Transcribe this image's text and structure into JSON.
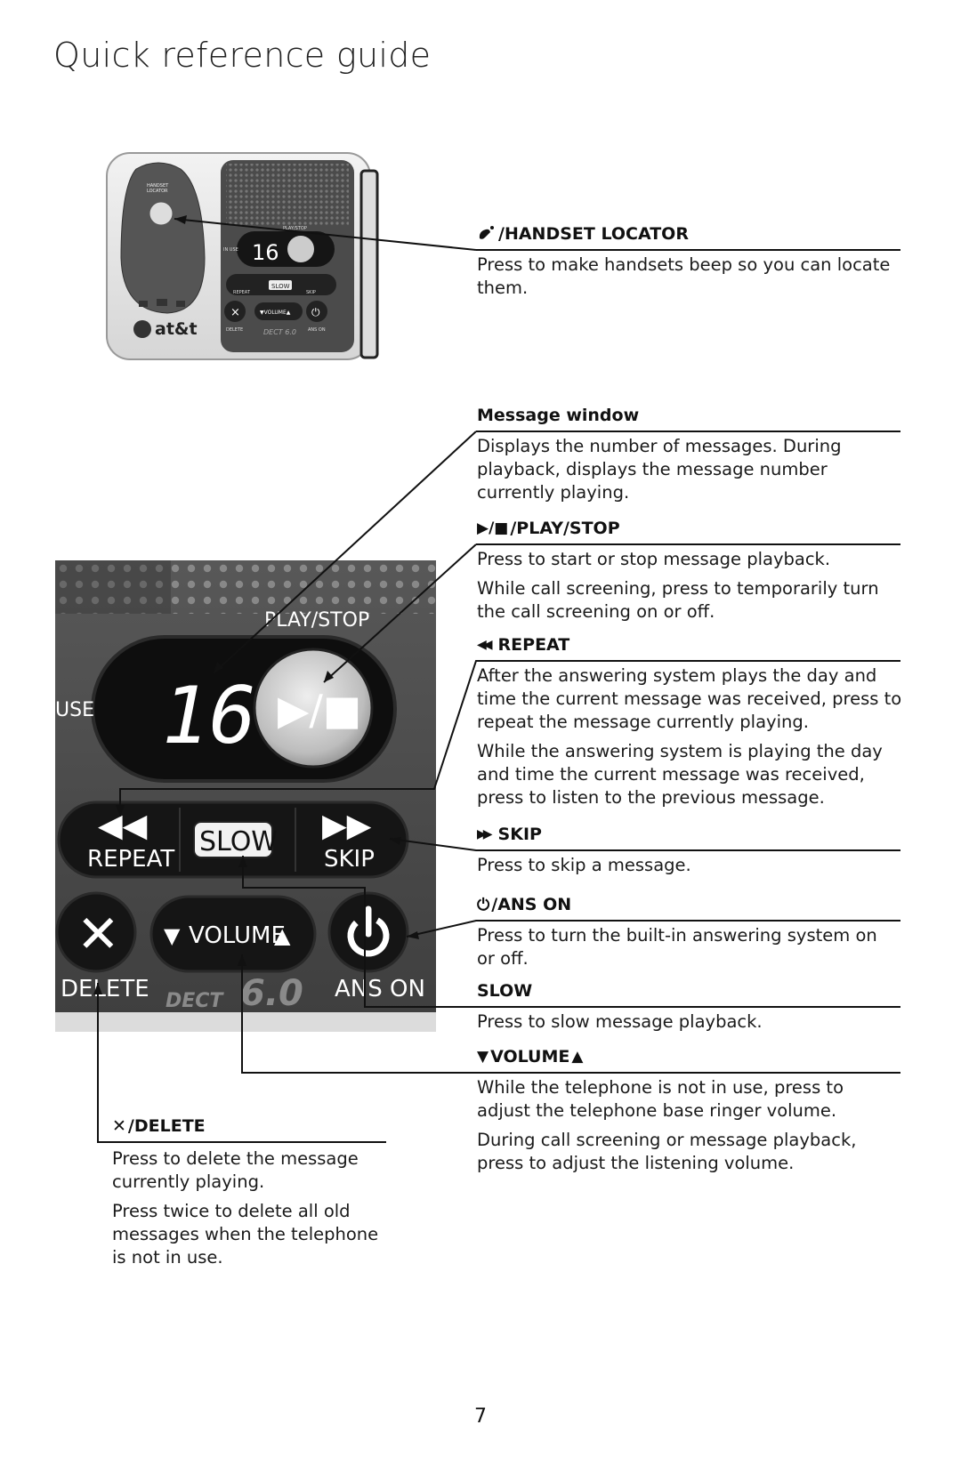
{
  "page": {
    "title": "Quick reference guide",
    "number": "7"
  },
  "device_small": {
    "brand": "at&t",
    "handset_locator_label": "HANDSET LOCATOR",
    "in_use": "IN USE",
    "play_stop": "PLAY/STOP",
    "display": "16",
    "repeat": "REPEAT",
    "slow": "SLOW",
    "skip": "SKIP",
    "volume": "VOLUME",
    "delete": "DELETE",
    "ans_on": "ANS ON",
    "dect": "DECT 6.0"
  },
  "device_large": {
    "in_use": "USE",
    "play_stop": "PLAY/STOP",
    "display": "16",
    "repeat": "REPEAT",
    "slow": "SLOW",
    "skip": "SKIP",
    "volume": "VOLUME",
    "delete": "DELETE",
    "ans_on": "ANS ON",
    "dect_word": "DECT",
    "dect_num": "6.0"
  },
  "sections": {
    "handset_locator": {
      "title": "/HANDSET LOCATOR",
      "icon": "handset-locator-icon",
      "body": [
        "Press to make handsets beep so you can locate them."
      ]
    },
    "message_window": {
      "title": "Message window",
      "body": [
        "Displays the number of messages. During playback, displays the message number currently playing."
      ]
    },
    "play_stop": {
      "title": "/PLAY/STOP",
      "icon": "play-stop-icon",
      "body": [
        "Press to start or stop message playback.",
        "While call screening, press to temporarily turn the call screening on or off."
      ]
    },
    "repeat": {
      "title": "REPEAT",
      "icon": "rewind-icon",
      "body": [
        "After the answering system plays the day and time the current message was received, press to repeat the message currently playing.",
        "While the answering system is playing the day and time the current message was received, press to listen to the previous message."
      ]
    },
    "skip": {
      "title": "SKIP",
      "icon": "fast-forward-icon",
      "body": [
        "Press to skip a message."
      ]
    },
    "ans_on": {
      "title": "/ANS ON",
      "icon": "power-icon",
      "body": [
        "Press to turn the built-in answering system on or off."
      ]
    },
    "slow": {
      "title": "SLOW",
      "body": [
        "Press to slow message playback."
      ]
    },
    "volume": {
      "title": "VOLUME",
      "icon": "volume-triangles-icon",
      "body": [
        "While the telephone is not in use, press to adjust the telephone base ringer volume.",
        "During call screening or message playback, press to adjust the listening volume."
      ]
    },
    "delete": {
      "title": "/DELETE",
      "icon": "x-icon",
      "body": [
        "Press to delete the message currently playing.",
        "Press twice to delete all old messages when the telephone is not in use."
      ]
    }
  },
  "colors": {
    "device_dark": "#4a4a4a",
    "device_black": "#1a1a1a",
    "device_light": "#e4e4e4",
    "text": "#111111"
  }
}
